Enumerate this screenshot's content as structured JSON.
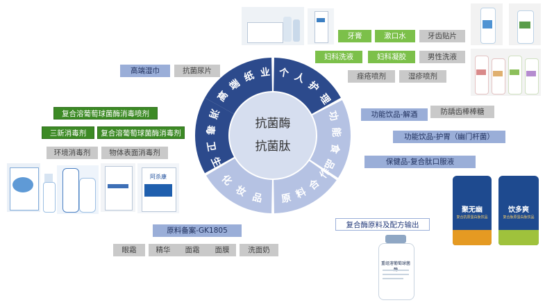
{
  "center": {
    "line1": "抗菌酶",
    "line2": "抗菌肽"
  },
  "segments": [
    {
      "chars": [
        "高",
        "端",
        "纸",
        "业"
      ]
    },
    {
      "chars": [
        "个",
        "人",
        "护",
        "理"
      ]
    },
    {
      "chars": [
        "功",
        "能",
        "食",
        "品"
      ]
    },
    {
      "chars": [
        "原",
        "料",
        "合",
        "作"
      ]
    },
    {
      "chars": [
        "化",
        "妆",
        "品"
      ]
    },
    {
      "chars": [
        "消",
        "毒",
        "卫",
        "生"
      ]
    }
  ],
  "tags": {
    "high_end_paper": [
      "高端湿巾",
      "抗菌尿片"
    ],
    "personal_care": [
      "牙膏",
      "漱口水",
      "牙齿贴片",
      "妇科洗液",
      "妇科凝胶",
      "男性洗液",
      "痤疮喷剂",
      "湿疹喷剂"
    ],
    "functional_food": [
      "功能饮品-解酒",
      "防龋齿棒棒糖",
      "功能饮品-护胃（幽门杆菌）",
      "保健品-复合肽口服液"
    ],
    "raw_material": [
      "复合酶原料及配方输出"
    ],
    "cosmetics": [
      "原料备案-GK1805",
      "眼霜",
      "精华",
      "面霜",
      "面膜",
      "洗面奶"
    ],
    "disinfection": [
      "复合溶葡萄球菌酶消毒喷剂",
      "三新消毒剂",
      "复合溶葡萄球菌酶消毒剂",
      "环境消毒剂",
      "物体表面消毒剂"
    ]
  },
  "products": {
    "sachet_left_brand": "聚无幽",
    "sachet_left_sub": "复合抗原蛋白肽饮品",
    "sachet_right_brand": "饮多爽",
    "sachet_right_sub": "复合肽原蛋白肽饮品",
    "bottle_label": "重组溶葡萄球菌酶",
    "box_label": "阿杀康"
  },
  "colors": {
    "ring_dark": "#2c4a8c",
    "ring_light": "#b5c2e3",
    "tag_green": "#7cc04a",
    "tag_dark_green": "#3c8a25",
    "tag_gray": "#c9c9c9",
    "tag_blue": "#9aaed8"
  }
}
